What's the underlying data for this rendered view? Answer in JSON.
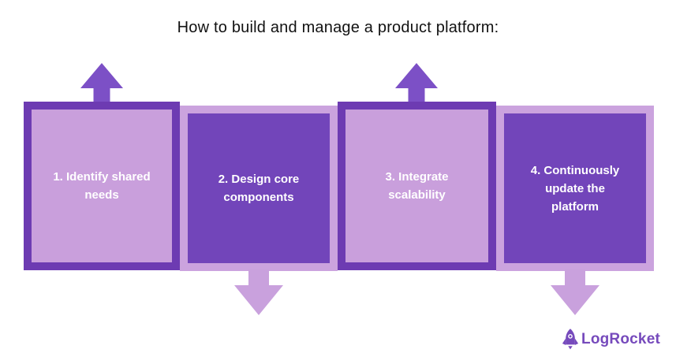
{
  "title": "How to build and manage a product platform:",
  "steps": [
    {
      "label": "1. Identify shared needs"
    },
    {
      "label": "2. Design core components"
    },
    {
      "label": "3. Integrate scalability"
    },
    {
      "label": "4. Continuously update the platform"
    }
  ],
  "logo": {
    "text": "LogRocket"
  },
  "icons": {
    "arrow_up": "arrow-up-icon",
    "arrow_down": "arrow-down-icon",
    "rocket": "rocket-icon"
  },
  "colors": {
    "purple_dark_fill": "#7245ba",
    "purple_dark_border": "#6d3bb2",
    "purple_light_fill": "#c99fdc",
    "purple_light_border": "#cba3de",
    "arrow_up": "#7c50c6",
    "arrow_down": "#c9a1dd",
    "logo_purple": "#764abc",
    "title_text": "#111111",
    "step_text": "#ffffff",
    "background": "#ffffff"
  }
}
